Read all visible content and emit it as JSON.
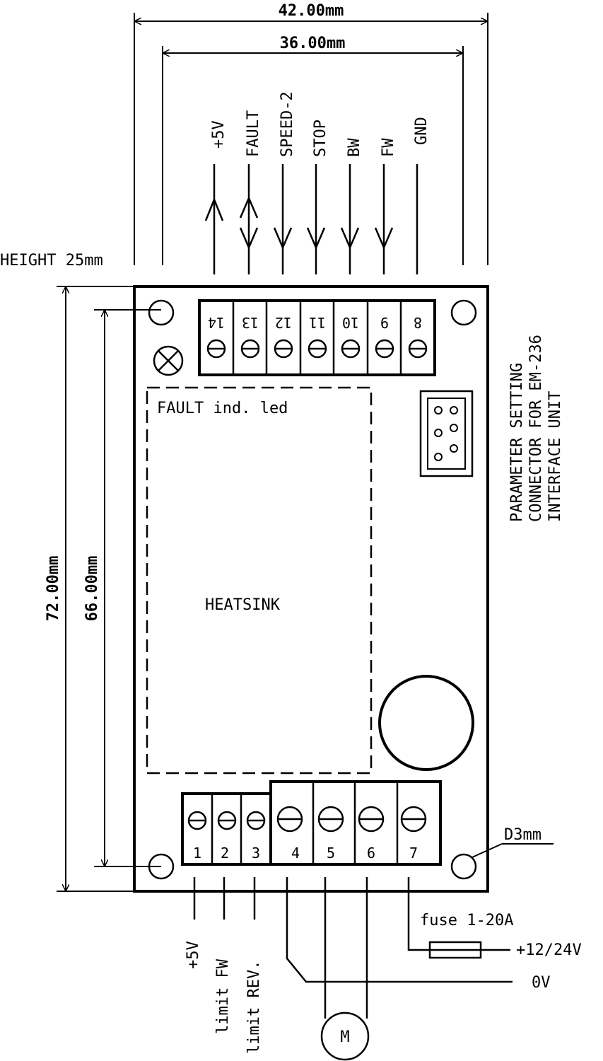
{
  "dimensions": {
    "width_outer": "42.00mm",
    "width_inner": "36.00mm",
    "height_outer": "72.00mm",
    "height_inner": "66.00mm",
    "board_height": "HEIGHT 25mm",
    "hole_diameter": "D3mm"
  },
  "top_terminals": [
    {
      "number": "14",
      "signal": "+5V"
    },
    {
      "number": "13",
      "signal": "FAULT"
    },
    {
      "number": "12",
      "signal": "SPEED-2"
    },
    {
      "number": "11",
      "signal": "STOP"
    },
    {
      "number": "10",
      "signal": "BW"
    },
    {
      "number": "9",
      "signal": "FW"
    },
    {
      "number": "8",
      "signal": "GND"
    }
  ],
  "bottom_terminals": [
    {
      "number": "1",
      "signal": "+5V"
    },
    {
      "number": "2",
      "signal": "limit FW"
    },
    {
      "number": "3",
      "signal": "limit REV."
    },
    {
      "number": "4"
    },
    {
      "number": "5"
    },
    {
      "number": "6"
    },
    {
      "number": "7"
    }
  ],
  "labels": {
    "fault_led": "FAULT ind. led",
    "heatsink": "HEATSINK",
    "param_line1": "PARAMETER SETTING",
    "param_line2": "CONNECTOR FOR EM-236",
    "param_line3": "INTERFACE UNIT",
    "fuse": "fuse 1-20A",
    "supply": "+12/24V",
    "ground": "0V",
    "motor": "M"
  }
}
